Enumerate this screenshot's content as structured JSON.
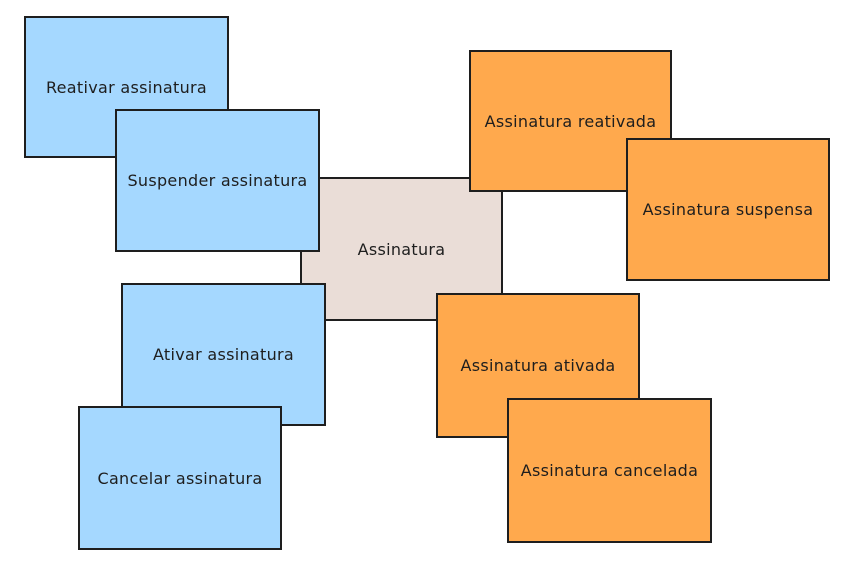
{
  "diagram": {
    "aggregate": {
      "label": "Assinatura",
      "color": "#eaddd7"
    },
    "commands": [
      {
        "label": "Reativar assinatura"
      },
      {
        "label": "Suspender assinatura"
      },
      {
        "label": "Ativar assinatura"
      },
      {
        "label": "Cancelar assinatura"
      }
    ],
    "events": [
      {
        "label": "Assinatura reativada"
      },
      {
        "label": "Assinatura suspensa"
      },
      {
        "label": "Assinatura ativada"
      },
      {
        "label": "Assinatura cancelada"
      }
    ],
    "colors": {
      "command": "#a5d8ff",
      "event": "#ffa94d",
      "stroke": "#1e1e1e"
    }
  }
}
